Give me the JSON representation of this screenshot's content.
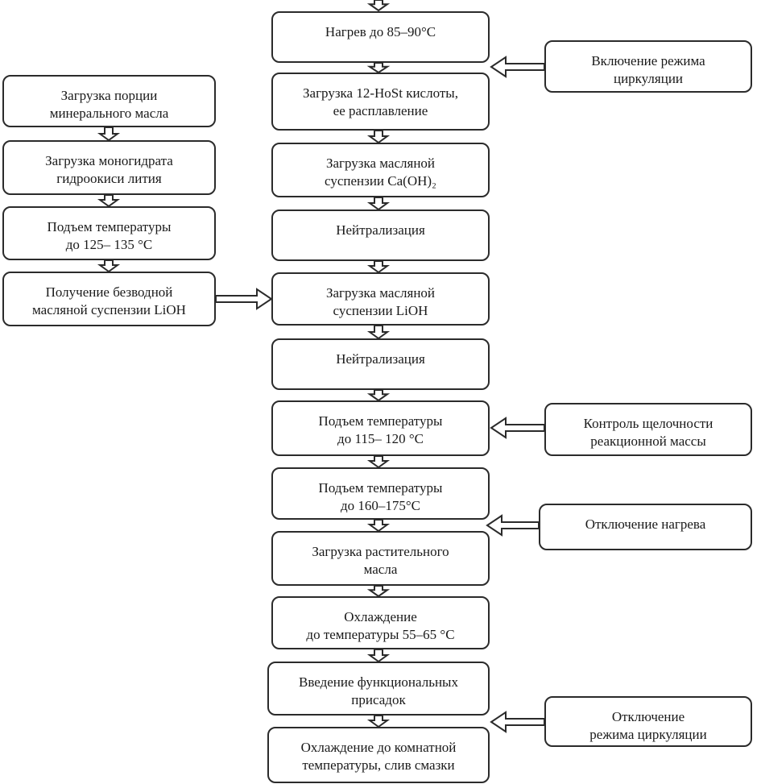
{
  "main_steps": [
    {
      "lines": [
        "Нагрев до 85–90°C"
      ]
    },
    {
      "lines": [
        "Загрузка 12-HoSt кислоты,",
        "ее расплавление"
      ]
    },
    {
      "lines": [
        "Загрузка масляной",
        "суспензии Ca(OH)₂"
      ]
    },
    {
      "lines": [
        "Нейтрализация"
      ]
    },
    {
      "lines": [
        "Загрузка масляной",
        "суспензии LiOH"
      ]
    },
    {
      "lines": [
        "Нейтрализация"
      ]
    },
    {
      "lines": [
        "Подъем температуры",
        "до 115– 120 °C"
      ]
    },
    {
      "lines": [
        "Подъем температуры",
        "до 160–175°C"
      ]
    },
    {
      "lines": [
        "Загрузка растительного",
        "масла"
      ]
    },
    {
      "lines": [
        "Охлаждение",
        "до температуры 55–65 °C"
      ]
    },
    {
      "lines": [
        "Введение функциональных",
        "присадок"
      ]
    },
    {
      "lines": [
        "Охлаждение до комнатной",
        "температуры, слив смазки"
      ]
    }
  ],
  "left_steps": [
    {
      "lines": [
        "Загрузка порции",
        "минерального масла"
      ]
    },
    {
      "lines": [
        "Загрузка моногидрата",
        "гидроокиси лития"
      ]
    },
    {
      "lines": [
        "Подъем температуры",
        "до 125– 135 °C"
      ]
    },
    {
      "lines": [
        "Получение безводной",
        "масляной суспензии LiOH"
      ]
    }
  ],
  "right_notes": [
    {
      "lines": [
        "Включение режима",
        "циркуляции"
      ]
    },
    {
      "lines": [
        "Контроль щелочности",
        "реакционной массы"
      ]
    },
    {
      "lines": [
        "Отключение нагрева"
      ]
    },
    {
      "lines": [
        "Отключение",
        "режима циркуляции"
      ]
    }
  ]
}
